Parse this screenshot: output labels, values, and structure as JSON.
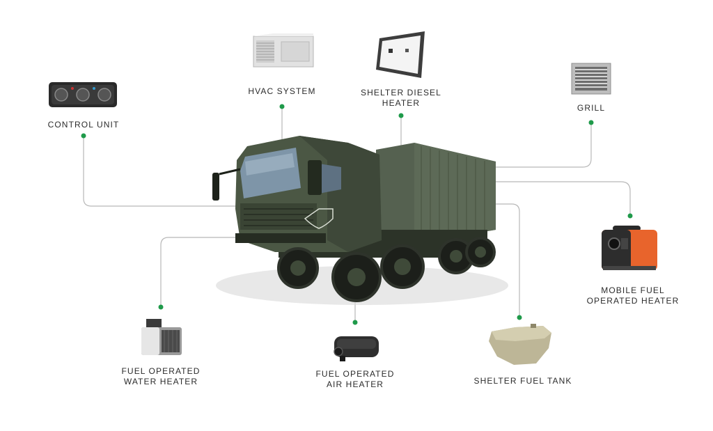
{
  "colors": {
    "connector_line": "#b8b8b8",
    "connector_dot": "#1f9a4a",
    "label_text": "#2b2b2b",
    "truck_body": "#4b5744",
    "truck_dark": "#2c3328",
    "container": "#556150",
    "heater_orange": "#e8642c"
  },
  "labels": {
    "control_unit": "CONTROL UNIT",
    "hvac_system": "HVAC SYSTEM",
    "shelter_diesel_heater": "SHELTER DIESEL\nHEATER",
    "grill": "GRILL",
    "mobile_fuel_heater": "MOBILE FUEL\nOPERATED HEATER",
    "water_heater": "FUEL OPERATED\nWATER HEATER",
    "air_heater": "FUEL OPERATED\nAIR HEATER",
    "shelter_fuel_tank": "SHELTER FUEL TANK"
  }
}
